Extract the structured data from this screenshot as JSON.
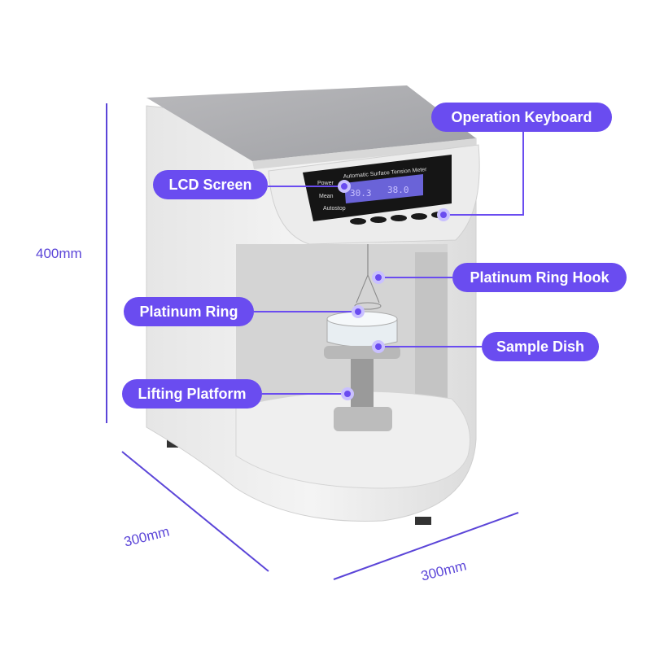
{
  "callouts": {
    "operation_keyboard": "Operation Keyboard",
    "lcd_screen": "LCD Screen",
    "platinum_ring_hook": "Platinum Ring Hook",
    "platinum_ring": "Platinum Ring",
    "sample_dish": "Sample Dish",
    "lifting_platform": "Lifting Platform"
  },
  "dimensions": {
    "height": "400mm",
    "depth": "300mm",
    "width": "300mm"
  },
  "device_panel": {
    "title": "Automatic Surface Tension Meter",
    "indicators": [
      "Power",
      "Mean",
      "Autostop"
    ],
    "readings": [
      "30.3",
      "38.0"
    ]
  },
  "colors": {
    "accent": "#6a4cf0",
    "dimension_line": "#5b45d8"
  }
}
